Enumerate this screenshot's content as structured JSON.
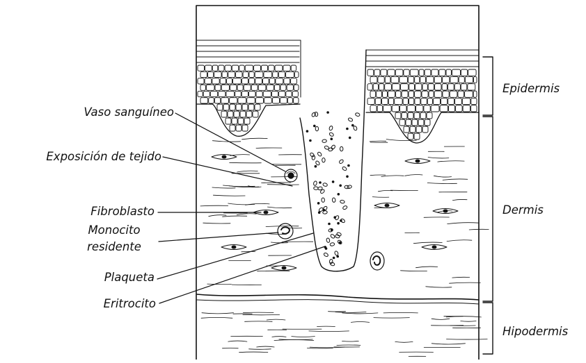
{
  "diagram": {
    "colors": {
      "ink": "#111111",
      "background": "#ffffff"
    },
    "left_labels": [
      {
        "id": "vaso",
        "text": "Vaso sanguíneo"
      },
      {
        "id": "exposicion",
        "text": "Exposición de tejido"
      },
      {
        "id": "fibroblasto",
        "text": "Fibroblasto"
      },
      {
        "id": "monocito",
        "line1": "Monocito",
        "line2": "residente"
      },
      {
        "id": "plaqueta",
        "text": "Plaqueta"
      },
      {
        "id": "eritrocito",
        "text": "Eritrocito"
      }
    ],
    "layers": [
      {
        "id": "epidermis",
        "text": "Epidermis"
      },
      {
        "id": "dermis",
        "text": "Dermis"
      },
      {
        "id": "hipodermis",
        "text": "Hipodermis"
      }
    ]
  }
}
